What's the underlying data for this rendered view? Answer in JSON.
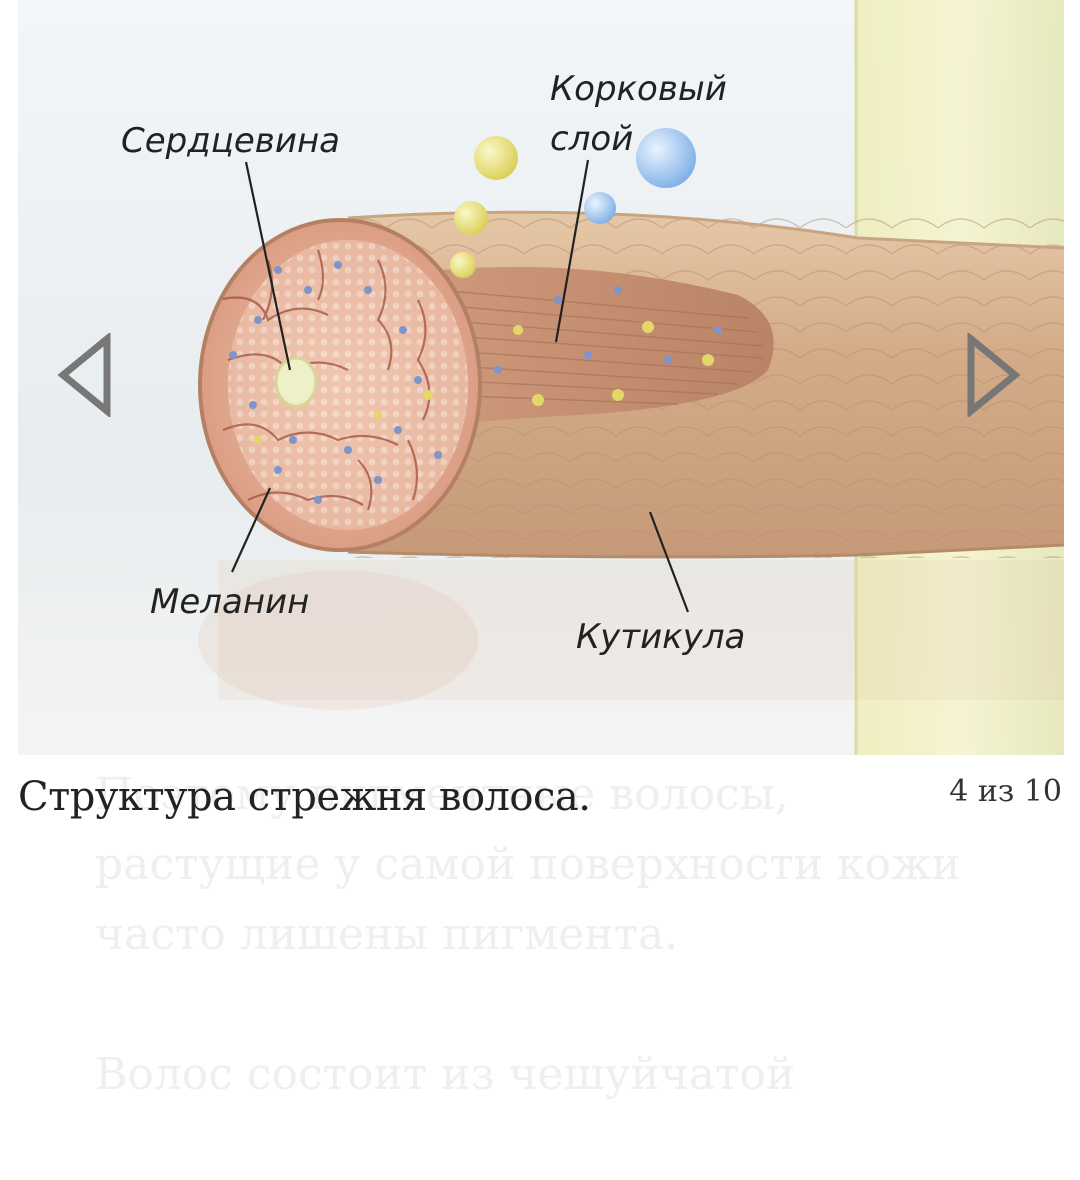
{
  "article": {
    "paragraph_1": [
      "Поэтому пигментные волосы,",
      "растущие у самой поверхности кожи",
      "часто лишены пигмента."
    ],
    "paragraph_2": [
      "Волос состоит из чешуйчатой"
    ]
  },
  "gallery": {
    "caption": "Структура стрежня волоса.",
    "counter": "4 из 10",
    "prev_icon": "triangle-left-icon",
    "next_icon": "triangle-right-icon",
    "diagram": {
      "labels": {
        "medulla": "Сердцевина",
        "cortex_line1": "Корковый",
        "cortex_line2": "слой",
        "melanin": "Меланин",
        "cuticle": "Кутикула"
      }
    },
    "colors": {
      "hair_outer": "#d7b391",
      "hair_fibers": "#c89676",
      "cross_section": "#e9b7a0",
      "cells": "#f1dccb",
      "granules_blue": "#7f95c9",
      "granules_yellow": "#e8dc74",
      "nav_arrow": "#777777"
    }
  }
}
